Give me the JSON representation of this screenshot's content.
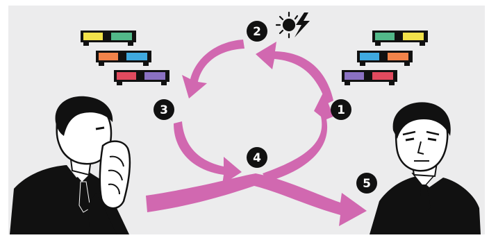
{
  "colors": {
    "background": "#ececed",
    "arrow": "#d168b0",
    "ink": "#111111",
    "skin": "#ffffff"
  },
  "steps": [
    {
      "label": "1"
    },
    {
      "label": "2"
    },
    {
      "label": "3"
    },
    {
      "label": "4"
    },
    {
      "label": "5"
    }
  ],
  "glasses_left": [
    {
      "lens_left": "#f2e24a",
      "lens_right": "#52b889"
    },
    {
      "lens_left": "#f2834a",
      "lens_right": "#3fa9df"
    },
    {
      "lens_left": "#e04a5e",
      "lens_right": "#8a71c2"
    }
  ],
  "glasses_right": [
    {
      "lens_left": "#52b889",
      "lens_right": "#f2e24a"
    },
    {
      "lens_left": "#3fa9df",
      "lens_right": "#f2834a"
    },
    {
      "lens_left": "#8a71c2",
      "lens_right": "#e04a5e"
    }
  ],
  "icons": {
    "weather": "sun-lightning-icon"
  }
}
